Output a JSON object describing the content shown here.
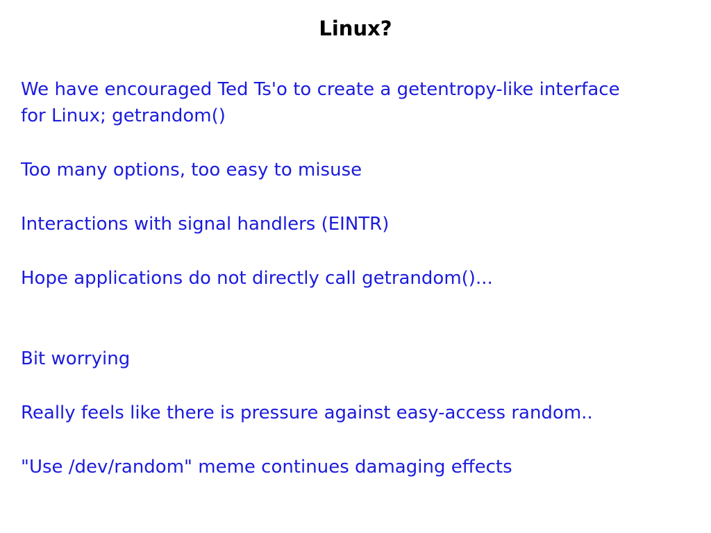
{
  "slide": {
    "title": "Linux?",
    "colors": {
      "background": "#ffffff",
      "title": "#000000",
      "body": "#1b1bdc"
    },
    "paragraphs": [
      "We have encouraged Ted Ts'o to create a getentropy-like interface\nfor Linux; getrandom()",
      "Too many options, too easy to misuse",
      "Interactions with signal handlers (EINTR)",
      "Hope applications do not directly call getrandom()...",
      "Bit worrying",
      "Really feels like there is pressure against easy-access random..",
      "\"Use /dev/random\" meme continues damaging effects"
    ]
  }
}
